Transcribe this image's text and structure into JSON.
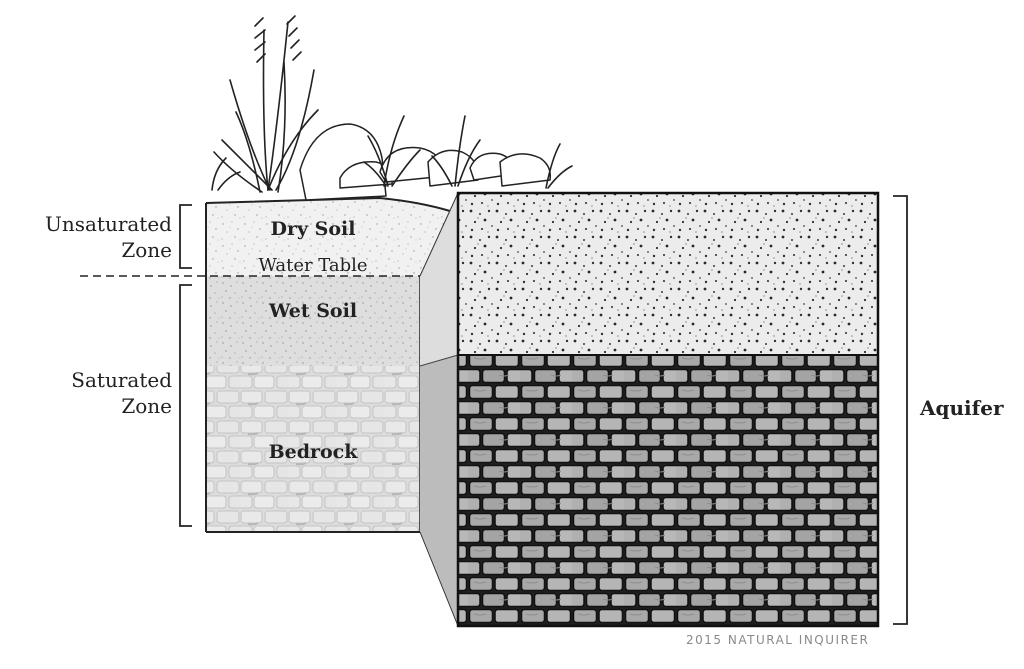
{
  "diagram": {
    "labels": {
      "unsaturated_zone_line1": "Unsaturated",
      "unsaturated_zone_line2": "Zone",
      "saturated_zone_line1": "Saturated",
      "saturated_zone_line2": "Zone",
      "dry_soil": "Dry Soil",
      "water_table": "Water Table",
      "wet_soil": "Wet Soil",
      "bedrock": "Bedrock",
      "aquifer": "Aquifer"
    },
    "credit": "2015 NATURAL INQUIRER"
  }
}
